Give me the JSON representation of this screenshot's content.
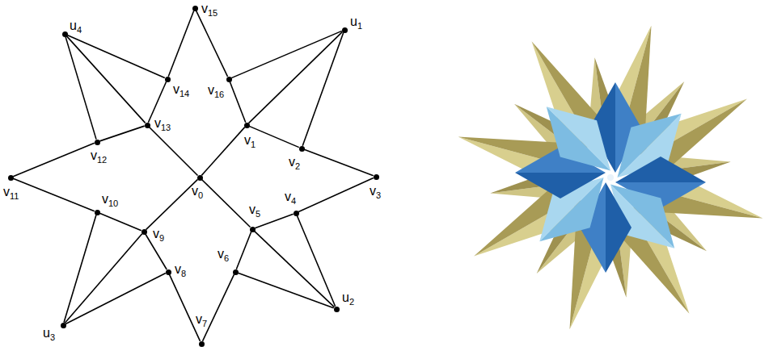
{
  "diagram": {
    "nodes": [
      {
        "text": [
          "v0"
        ]
      },
      {
        "text": [
          "v1"
        ]
      },
      {
        "text": [
          "v2"
        ]
      },
      {
        "text": [
          "v3"
        ]
      },
      {
        "text": [
          "v4"
        ]
      },
      {
        "text": [
          "v5"
        ]
      },
      {
        "text": [
          "v6"
        ]
      },
      {
        "text": [
          "v7"
        ]
      },
      {
        "text": [
          "v8"
        ]
      },
      {
        "text": [
          "v9"
        ]
      },
      {
        "text": [
          "v10"
        ]
      },
      {
        "text": [
          "v11"
        ]
      },
      {
        "text": [
          "v12"
        ]
      },
      {
        "text": [
          "v13"
        ]
      },
      {
        "text": [
          "v14"
        ]
      },
      {
        "text": [
          "v15"
        ]
      },
      {
        "text": [
          "v16"
        ]
      },
      {
        "text": [
          "u1"
        ]
      },
      {
        "text": [
          "u2"
        ]
      },
      {
        "text": [
          "u3"
        ]
      },
      {
        "text": [
          "u4"
        ]
      }
    ],
    "edges": [
      {
        "from": 15,
        "to": 16,
        "arrow": "none"
      },
      {
        "from": 16,
        "to": 1,
        "arrow": "none"
      },
      {
        "from": 1,
        "to": 2,
        "arrow": "none"
      },
      {
        "from": 2,
        "to": 3,
        "arrow": "none"
      },
      {
        "from": 3,
        "to": 4,
        "arrow": "none"
      },
      {
        "from": 4,
        "to": 5,
        "arrow": "none"
      },
      {
        "from": 5,
        "to": 6,
        "arrow": "none"
      },
      {
        "from": 6,
        "to": 7,
        "arrow": "none"
      },
      {
        "from": 7,
        "to": 8,
        "arrow": "none"
      },
      {
        "from": 8,
        "to": 9,
        "arrow": "none"
      },
      {
        "from": 9,
        "to": 10,
        "arrow": "none"
      },
      {
        "from": 10,
        "to": 11,
        "arrow": "none"
      },
      {
        "from": 11,
        "to": 12,
        "arrow": "none"
      },
      {
        "from": 12,
        "to": 13,
        "arrow": "none"
      },
      {
        "from": 13,
        "to": 14,
        "arrow": "none"
      },
      {
        "from": 14,
        "to": 15,
        "arrow": "none"
      },
      {
        "from": 17,
        "to": 16,
        "arrow": "none"
      },
      {
        "from": 17,
        "to": 1,
        "arrow": "none"
      },
      {
        "from": 17,
        "to": 2,
        "arrow": "none"
      },
      {
        "from": 18,
        "to": 4,
        "arrow": "none"
      },
      {
        "from": 18,
        "to": 5,
        "arrow": "none"
      },
      {
        "from": 18,
        "to": 6,
        "arrow": "none"
      },
      {
        "from": 19,
        "to": 8,
        "arrow": "none"
      },
      {
        "from": 19,
        "to": 9,
        "arrow": "none"
      },
      {
        "from": 19,
        "to": 10,
        "arrow": "none"
      },
      {
        "from": 20,
        "to": 12,
        "arrow": "none"
      },
      {
        "from": 20,
        "to": 13,
        "arrow": "none"
      },
      {
        "from": 20,
        "to": 14,
        "arrow": "none"
      },
      {
        "from": 0,
        "to": 1,
        "arrow": "none"
      },
      {
        "from": 0,
        "to": 5,
        "arrow": "none"
      },
      {
        "from": 0,
        "to": 9,
        "arrow": "none"
      },
      {
        "from": 0,
        "to": 13,
        "arrow": "none"
      }
    ]
  }
}
